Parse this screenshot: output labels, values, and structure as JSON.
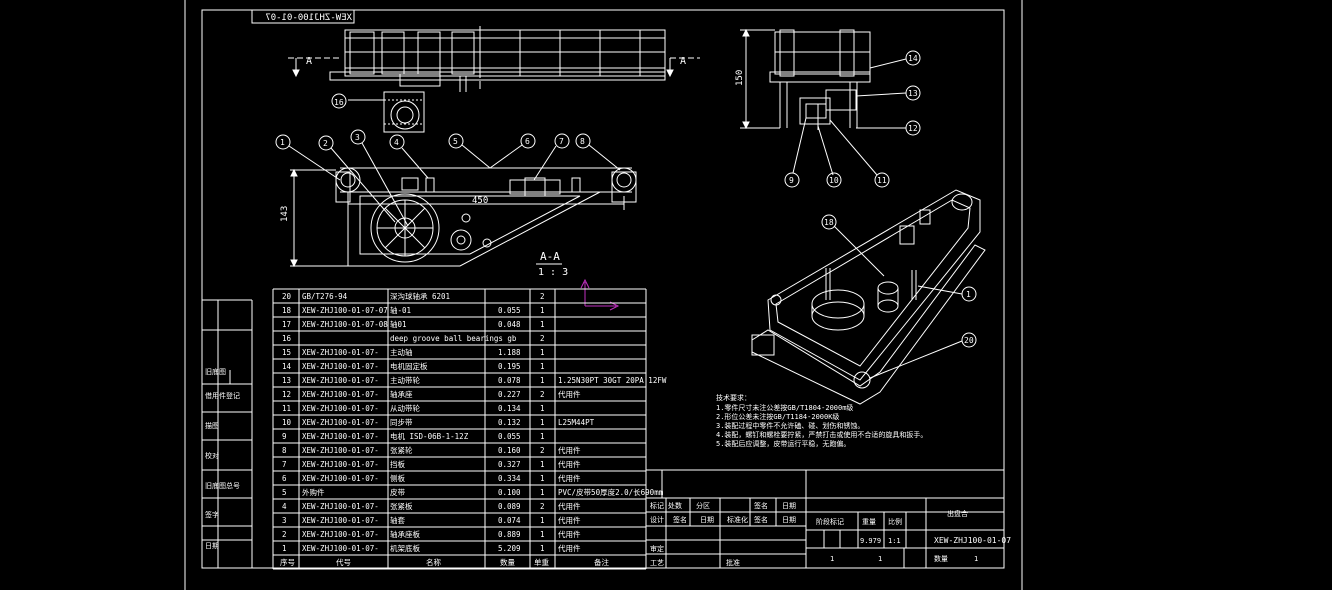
{
  "drawing": {
    "rotated_code": "XEW-ZHJ100-01-07",
    "section_label": "A-A",
    "section_scale": "1 : 3",
    "cut_mark_left": "A",
    "cut_mark_right": "A",
    "dims": {
      "length": "450",
      "height": "143",
      "side_height": "150"
    },
    "balloons_front": [
      "1",
      "2",
      "3",
      "4",
      "5",
      "6",
      "7",
      "8"
    ],
    "balloon_top": "16",
    "balloons_side": [
      "14",
      "13",
      "12",
      "11",
      "10",
      "9"
    ],
    "balloons_iso": [
      "18",
      "1",
      "20"
    ]
  },
  "bom": {
    "rows": [
      {
        "no": "20",
        "code": "GB/T276-94",
        "name": "深沟球轴承 6201",
        "mass": "",
        "qty": "2",
        "remark": ""
      },
      {
        "no": "18",
        "code": "XEW-ZHJ100-01-07-07",
        "name": "轴-01",
        "mass": "0.055",
        "qty": "1",
        "remark": ""
      },
      {
        "no": "17",
        "code": "XEW-ZHJ100-01-07-08",
        "name": "轴01",
        "mass": "0.048",
        "qty": "1",
        "remark": ""
      },
      {
        "no": "16",
        "code": "",
        "name": "deep groove ball bearings gb",
        "mass": "",
        "qty": "2",
        "remark": ""
      },
      {
        "no": "15",
        "code": "XEW-ZHJ100-01-07-",
        "name": "主动轴",
        "mass": "1.188",
        "qty": "1",
        "remark": ""
      },
      {
        "no": "14",
        "code": "XEW-ZHJ100-01-07-",
        "name": "电机固定板",
        "mass": "0.195",
        "qty": "1",
        "remark": ""
      },
      {
        "no": "13",
        "code": "XEW-ZHJ100-01-07-",
        "name": "主动带轮",
        "mass": "0.078",
        "qty": "1",
        "remark": "1.25N30PT 30GT 20PA 12FW"
      },
      {
        "no": "12",
        "code": "XEW-ZHJ100-01-07-",
        "name": "轴承座",
        "mass": "0.227",
        "qty": "2",
        "remark": "代用件"
      },
      {
        "no": "11",
        "code": "XEW-ZHJ100-01-07-",
        "name": "从动带轮",
        "mass": "0.134",
        "qty": "1",
        "remark": ""
      },
      {
        "no": "10",
        "code": "XEW-ZHJ100-01-07-",
        "name": "同步带",
        "mass": "0.132",
        "qty": "1",
        "remark": "L25M44PT"
      },
      {
        "no": "9",
        "code": "XEW-ZHJ100-01-07-",
        "name": "电机 ISD-06B-1-12Z",
        "mass": "0.055",
        "qty": "1",
        "remark": ""
      },
      {
        "no": "8",
        "code": "XEW-ZHJ100-01-07-",
        "name": "张紧轮",
        "mass": "0.160",
        "qty": "2",
        "remark": "代用件"
      },
      {
        "no": "7",
        "code": "XEW-ZHJ100-01-07-",
        "name": "挡板",
        "mass": "0.327",
        "qty": "1",
        "remark": "代用件"
      },
      {
        "no": "6",
        "code": "XEW-ZHJ100-01-07-",
        "name": "侧板",
        "mass": "0.334",
        "qty": "1",
        "remark": "代用件"
      },
      {
        "no": "5",
        "code": "外购件",
        "name": "皮带",
        "mass": "0.100",
        "qty": "1",
        "remark": "PVC/皮带50厚度2.0/长690mm"
      },
      {
        "no": "4",
        "code": "XEW-ZHJ100-01-07-",
        "name": "张紧板",
        "mass": "0.089",
        "qty": "2",
        "remark": "代用件"
      },
      {
        "no": "3",
        "code": "XEW-ZHJ100-01-07-",
        "name": "轴套",
        "mass": "0.074",
        "qty": "1",
        "remark": "代用件"
      },
      {
        "no": "2",
        "code": "XEW-ZHJ100-01-07-",
        "name": "轴承座板",
        "mass": "0.889",
        "qty": "1",
        "remark": "代用件"
      },
      {
        "no": "1",
        "code": "XEW-ZHJ100-01-07-",
        "name": "机架底板",
        "mass": "5.209",
        "qty": "1",
        "remark": "代用件"
      }
    ],
    "header": {
      "no": "序号",
      "code": "代号",
      "name": "名称",
      "qty": "数量",
      "mass": "单重",
      "remark": "备注"
    }
  },
  "tech_notes": {
    "title": "技术要求：",
    "lines": [
      "1.零件尺寸未注公差按GB/T1804-2000m级",
      "2.形位公差未注按GB/T1184-2000K级",
      "3.装配过程中零件不允许磕、碰、划伤和锈蚀。",
      "4.装配，螺钉和螺栓要拧紧，严禁打击或使用不合适的旋具和扳手。",
      "5.装配后应调整，皮带运行平稳，无跑偏。"
    ]
  },
  "title_block": {
    "row1": [
      "标记",
      "处数",
      "分区",
      "",
      "签名",
      "日期"
    ],
    "row2": [
      "设计",
      "签名",
      "日期",
      "标准化",
      "签名",
      "日期"
    ],
    "col_labels": [
      "阶段标记",
      "重量",
      "比例"
    ],
    "name": "出盘合",
    "weight": "9.979",
    "scale": "1:1",
    "drawing_no": "XEW-ZHJ100-01-07",
    "sheet_left": "1",
    "sheet_mid": "1",
    "sheet_total_label": "数量",
    "sheet_total": "1",
    "review": "审定",
    "process": "工艺",
    "approve": "批准"
  },
  "side_margin": [
    "旧底图",
    "借用件登记",
    "描图",
    "校对",
    "旧底图总号",
    "签字",
    "日期"
  ]
}
